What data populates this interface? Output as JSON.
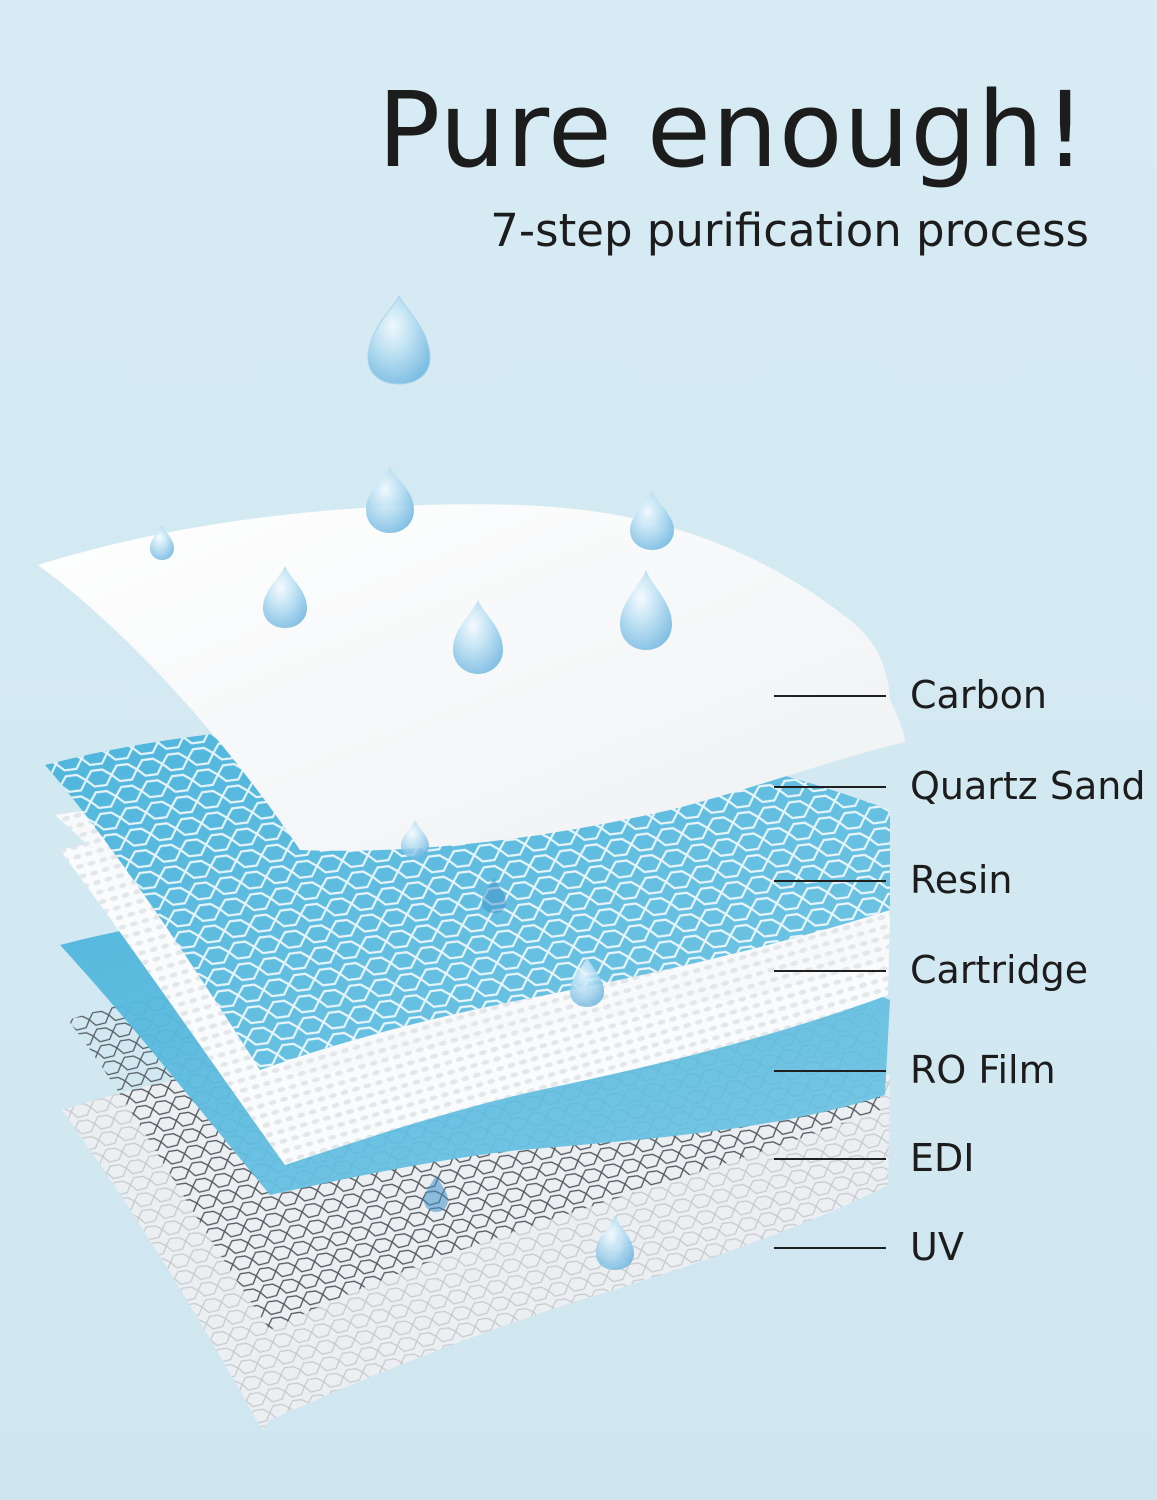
{
  "title": "Pure enough!",
  "subtitle": "7-step purification process",
  "colors": {
    "background": "#d5eaf3",
    "white_sheet": "#fbfcfd",
    "blue_sheet": "#5fbfe0",
    "grey_sheet": "#eef0f2",
    "mesh": "#4b4f56",
    "drop": "#a8d4ee",
    "text": "#1c1c1c"
  },
  "layers": [
    {
      "label": "Carbon",
      "style": "white-sheet"
    },
    {
      "label": "Quartz Sand",
      "style": "blue-mesh-sheet"
    },
    {
      "label": "Resin",
      "style": "white-textured-sheet"
    },
    {
      "label": "Cartridge",
      "style": "white-textured-sheet"
    },
    {
      "label": "RO Film",
      "style": "blue-sheet"
    },
    {
      "label": "EDI",
      "style": "dark-mesh"
    },
    {
      "label": "UV",
      "style": "grey-sheet"
    }
  ]
}
